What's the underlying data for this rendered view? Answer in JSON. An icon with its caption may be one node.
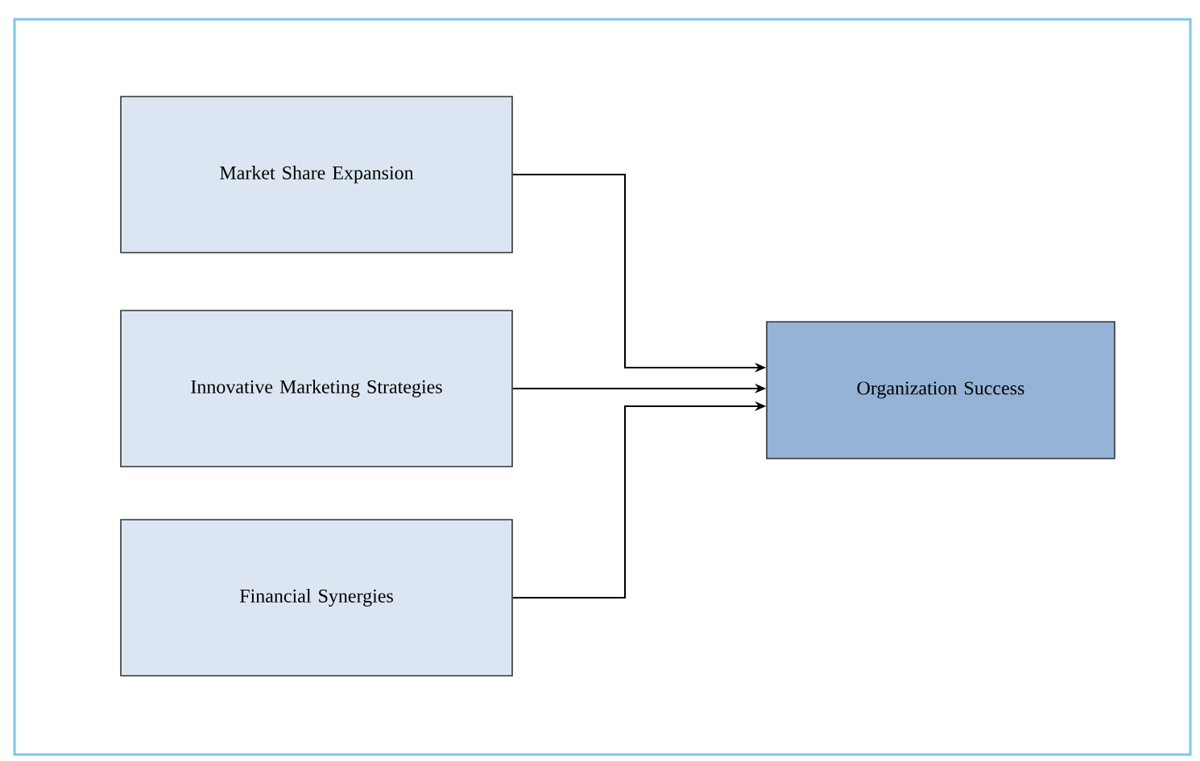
{
  "diagram": {
    "nodes": [
      {
        "text": [
          "Market Share Expansion"
        ]
      },
      {
        "text": [
          "Innovative Marketing Strategies"
        ]
      },
      {
        "text": [
          "Financial Synergies"
        ]
      },
      {
        "text": [
          "Organization Success"
        ]
      }
    ],
    "edges": [
      {
        "from": 0,
        "to": 3,
        "arrow": "to"
      },
      {
        "from": 1,
        "to": 3,
        "arrow": "to"
      },
      {
        "from": 2,
        "to": 3,
        "arrow": "to"
      }
    ]
  }
}
